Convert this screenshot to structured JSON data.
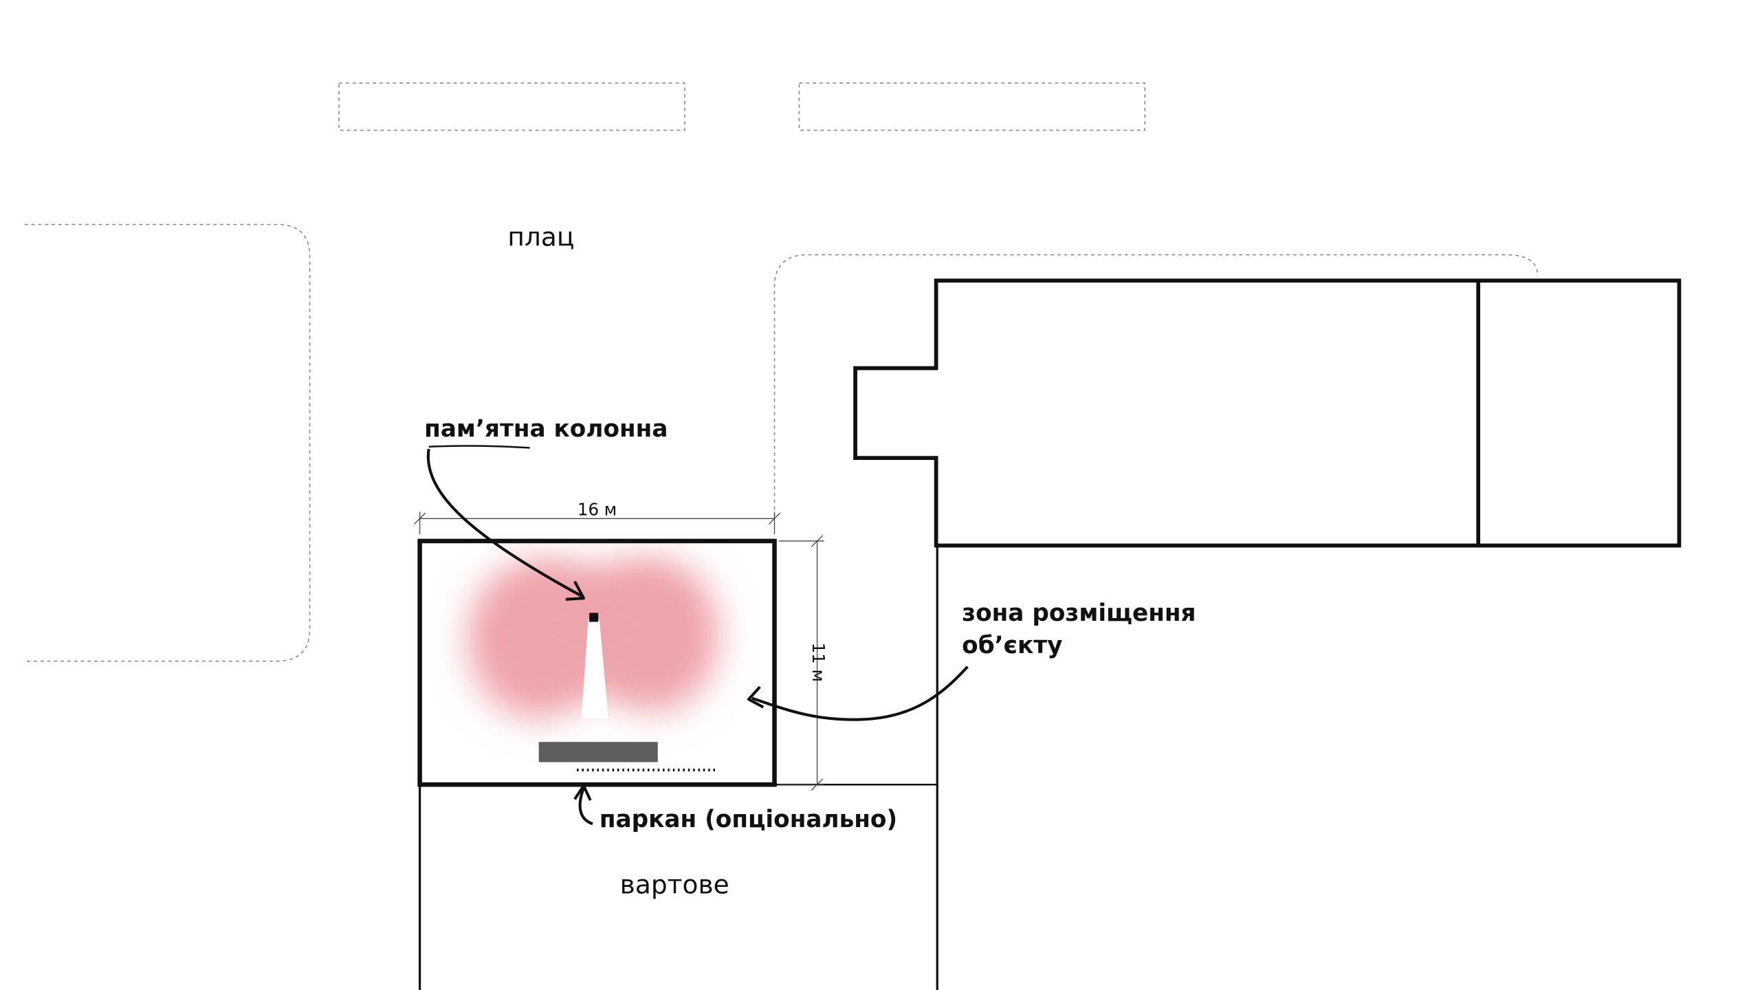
{
  "labels": {
    "parade_ground": "плац",
    "memorial_column": "пам’ятна колонна",
    "placement_zone_line1": "зона розміщення",
    "placement_zone_line2": "об’єкту",
    "fence": "паркан (опціонально)",
    "guardhouse": "вартове"
  },
  "dimensions": {
    "width": "16 м",
    "depth": "11 м"
  },
  "colors": {
    "ink": "#111111",
    "dashed": "#8a8a8a",
    "glow": "#eea4ab",
    "plinth": "#5e5e5e"
  }
}
